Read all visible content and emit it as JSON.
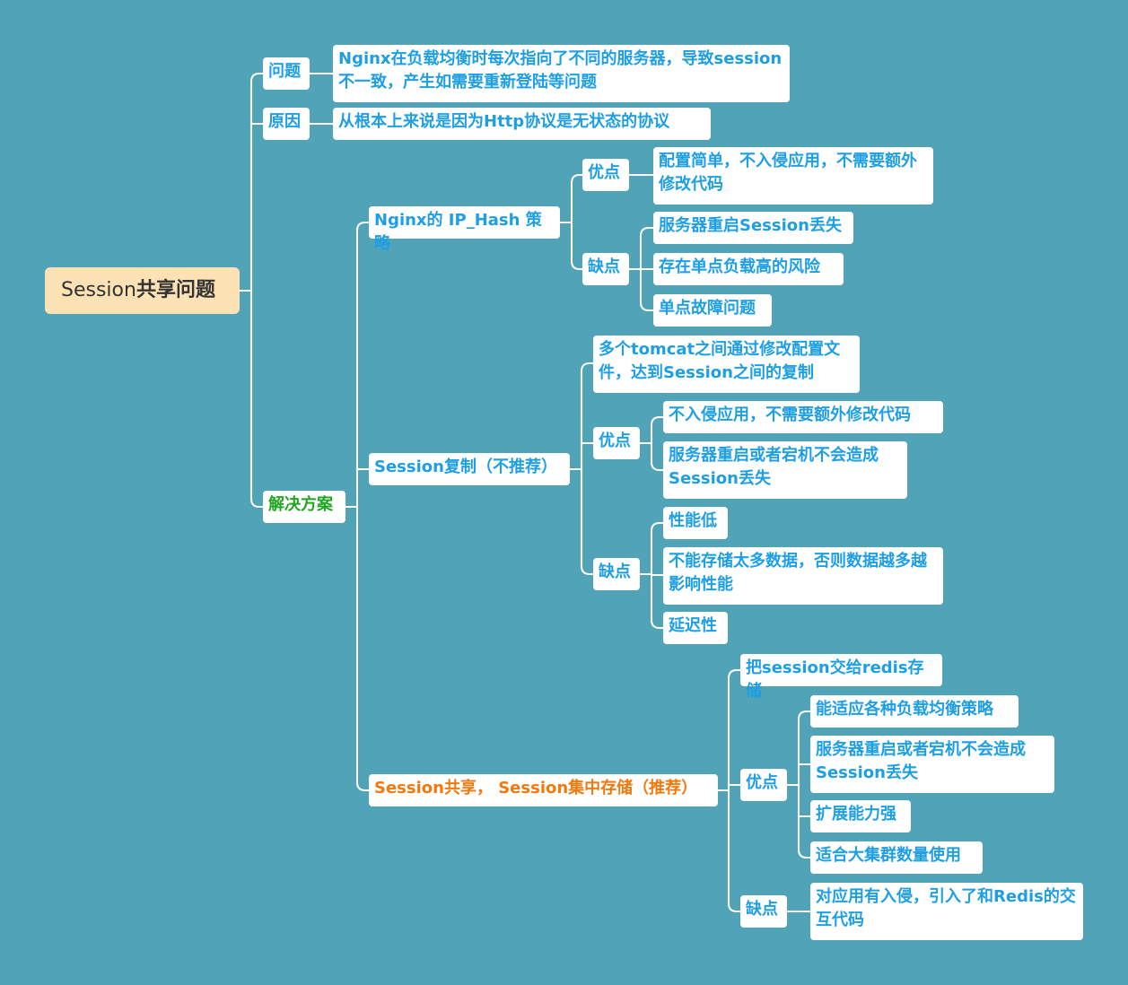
{
  "root": {
    "label_a": "Session",
    "label_b": "共享问题"
  },
  "problem": {
    "label": "问题",
    "text": "Nginx在负载均衡时每次指向了不同的服务器，导致session不一致，产生如需要重新登陆等问题"
  },
  "cause": {
    "label": "原因",
    "text": "从根本上来说是因为Http协议是无状态的协议"
  },
  "solution": {
    "label": "解决方案",
    "nginx": {
      "label": "Nginx的 IP_Hash 策略",
      "pros_label": "优点",
      "pros": [
        "配置简单，不入侵应用，不需要额外修改代码"
      ],
      "cons_label": "缺点",
      "cons": [
        "服务器重启Session丢失",
        "存在单点负载高的风险",
        "单点故障问题"
      ]
    },
    "replication": {
      "label": "Session复制（不推荐）",
      "desc": "多个tomcat之间通过修改配置文件，达到Session之间的复制",
      "pros_label": "优点",
      "pros": [
        "不入侵应用，不需要额外修改代码",
        "服务器重启或者宕机不会造成Session丢失"
      ],
      "cons_label": "缺点",
      "cons": [
        "性能低",
        "不能存储太多数据，否则数据越多越影响性能",
        "延迟性"
      ]
    },
    "shared": {
      "label": "Session共享， Session集中存储（推荐）",
      "desc": "把session交给redis存储",
      "pros_label": "优点",
      "pros": [
        "能适应各种负载均衡策略",
        "服务器重启或者宕机不会造成Session丢失",
        "扩展能力强",
        "适合大集群数量使用"
      ],
      "cons_label": "缺点",
      "cons": [
        "对应用有入侵，引入了和Redis的交互代码"
      ]
    }
  },
  "colors": {
    "background": "#51a3b7",
    "node": "#ffffff",
    "root": "#fde2b6",
    "text_blue": "#1e9fe3",
    "text_green": "#21a621",
    "text_orange": "#f07a10",
    "line": "#ffffff"
  }
}
